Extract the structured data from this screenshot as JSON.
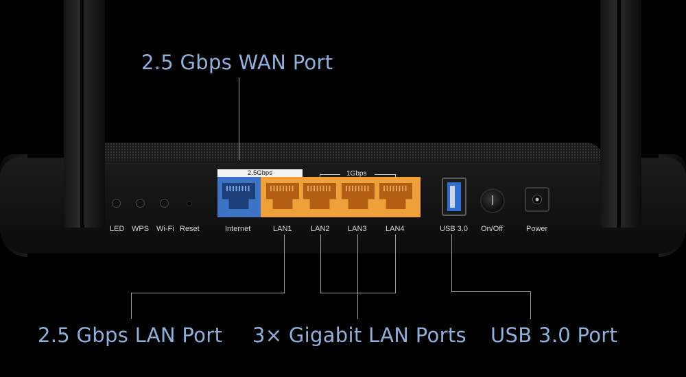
{
  "callouts": {
    "wan": "2.5 Gbps WAN Port",
    "lan_25": "2.5 Gbps LAN Port",
    "gigabit": "3× Gigabit LAN Ports",
    "usb": "USB 3.0 Port"
  },
  "panel": {
    "wan_speed": "2.5Gbps",
    "lan_speed": "1Gbps",
    "labels": {
      "led": "LED",
      "wps": "WPS",
      "wifi": "Wi-Fi",
      "reset": "Reset",
      "internet": "Internet",
      "lan1": "LAN1",
      "lan2": "LAN2",
      "lan3": "LAN3",
      "lan4": "LAN4",
      "usb": "USB 3.0",
      "onoff": "On/Off",
      "power": "Power"
    }
  },
  "colors": {
    "callout_text": "#8fb0dc",
    "wan_port": "#3d73c4",
    "lan_ports": "#f0a03b",
    "usb_port": "#2f6fd3"
  }
}
